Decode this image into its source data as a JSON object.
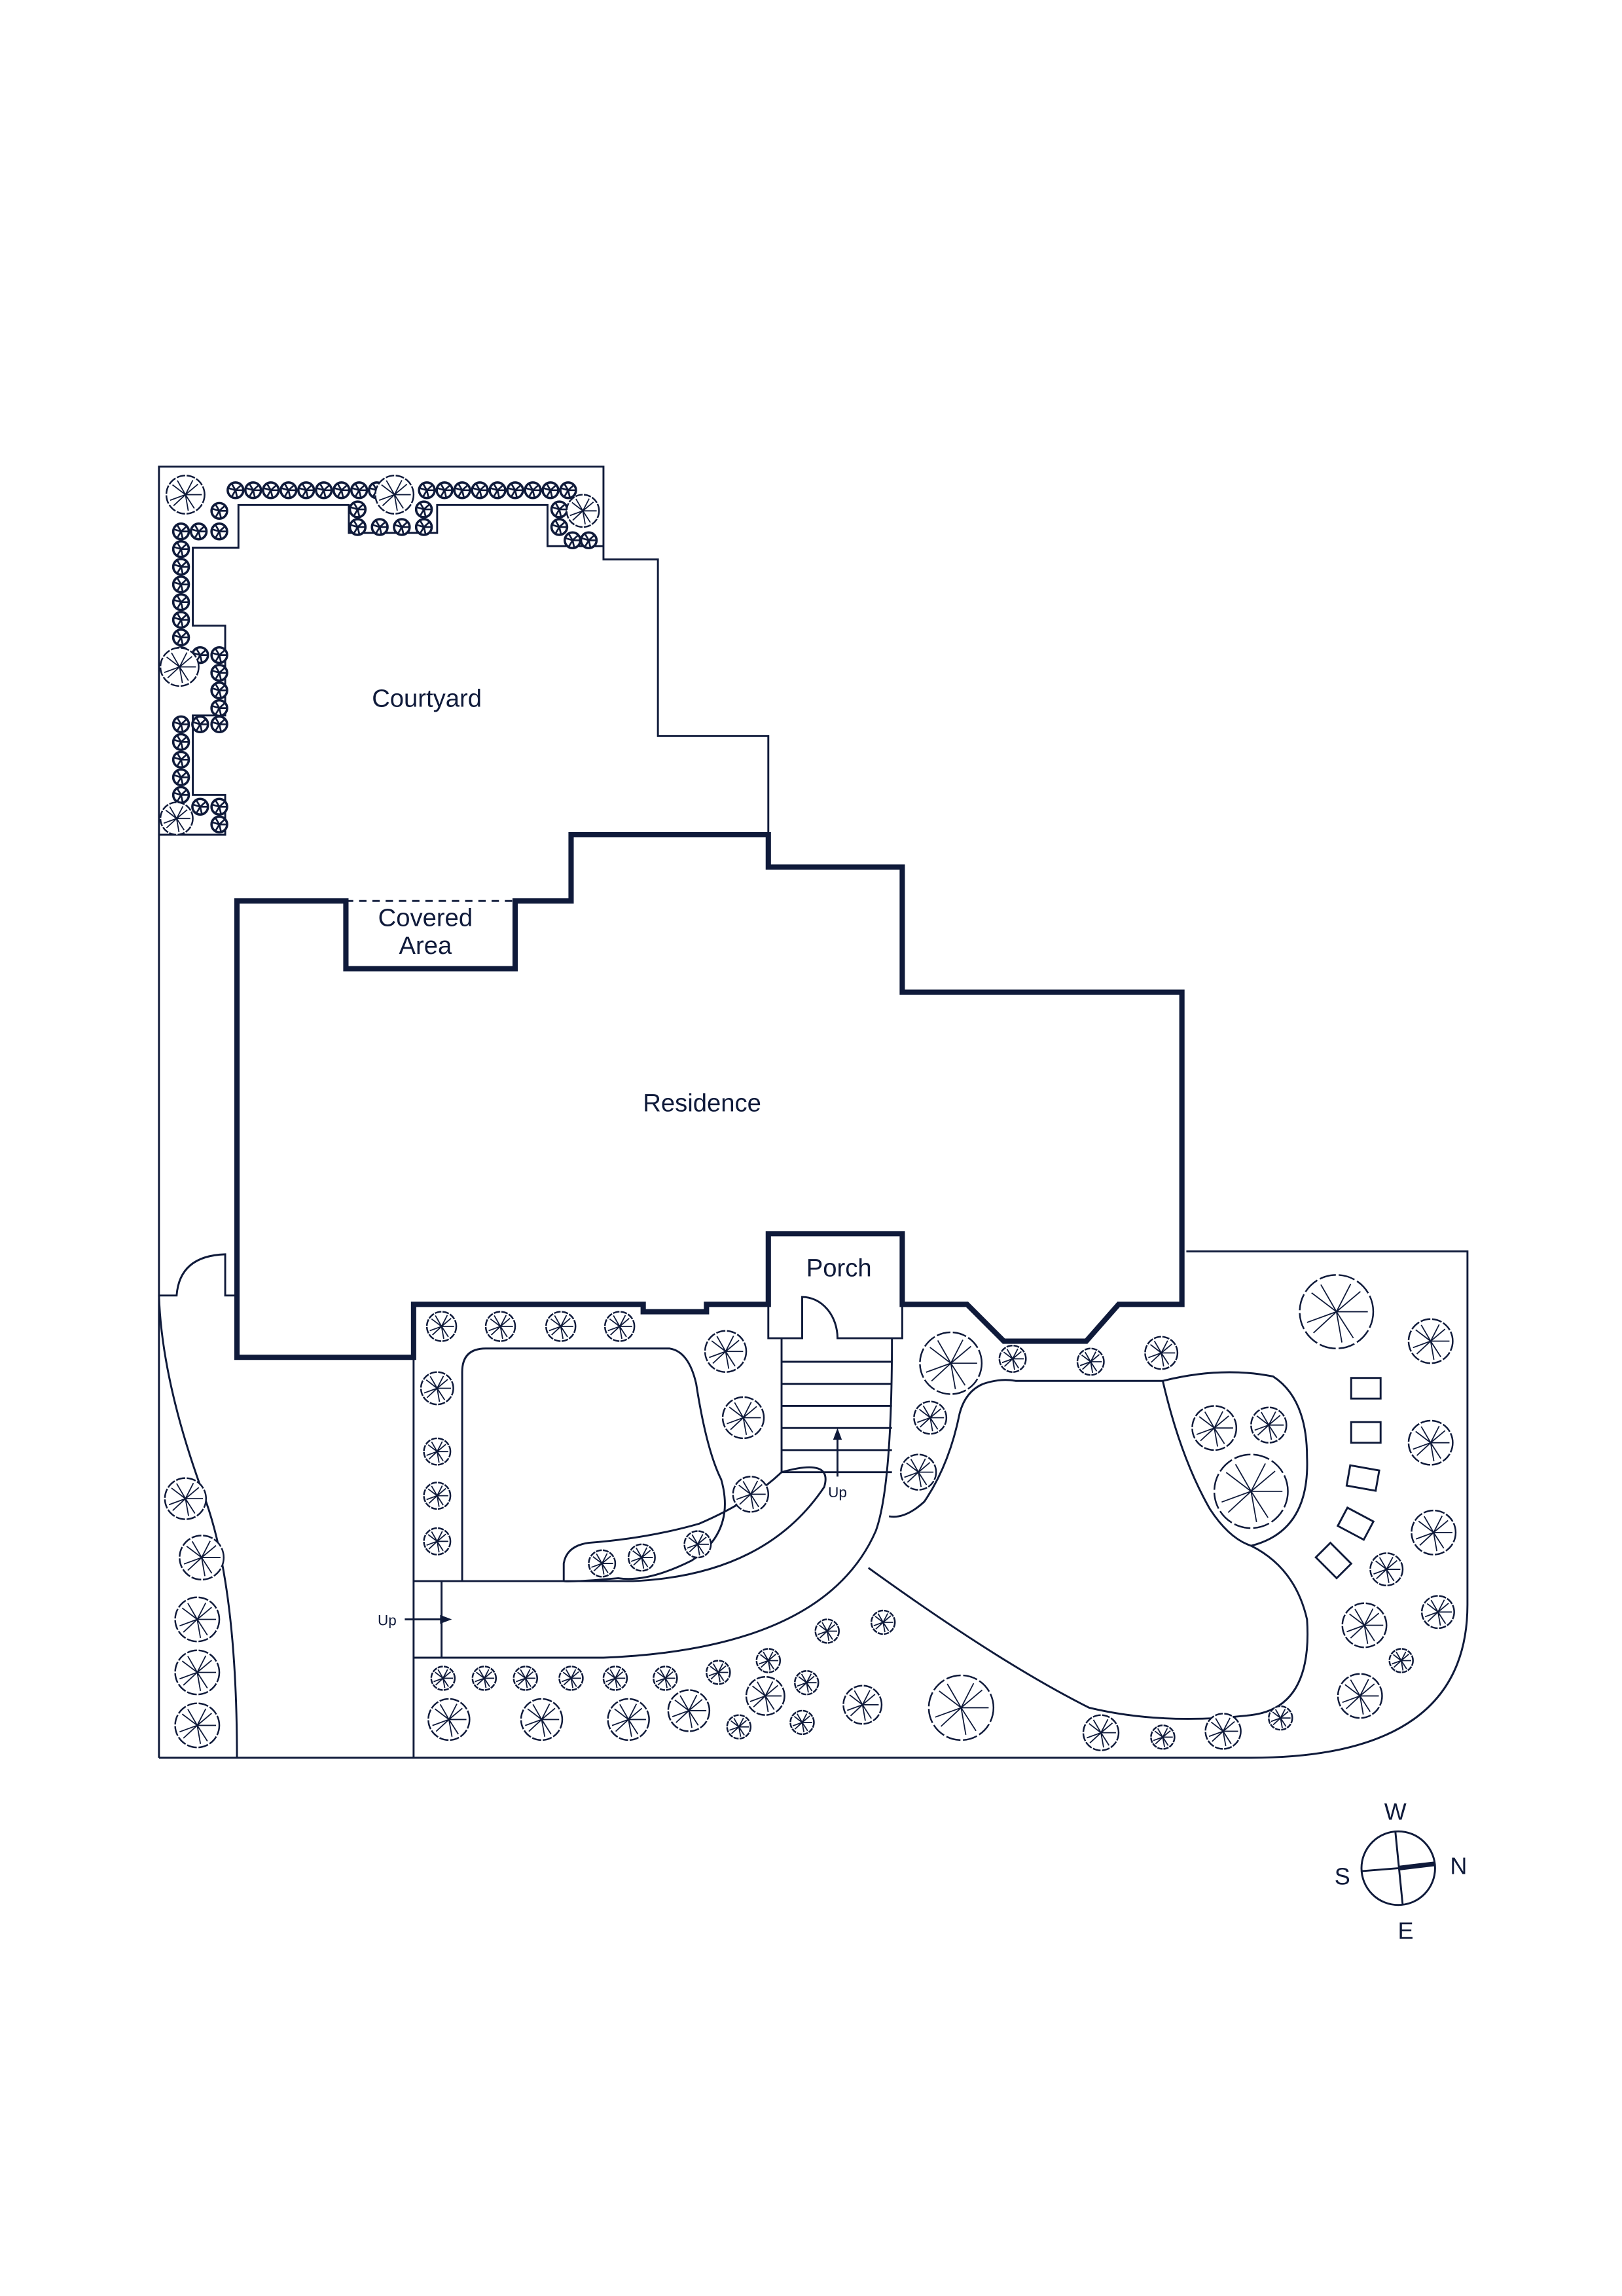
{
  "colors": {
    "ink": "#0f1a3a",
    "background": "#ffffff"
  },
  "labels": {
    "courtyard": "Courtyard",
    "covered_area_line1": "Covered",
    "covered_area_line2": "Area",
    "residence": "Residence",
    "porch": "Porch",
    "up_stairs": "Up",
    "up_driveway": "Up"
  },
  "compass": {
    "west": "W",
    "south": "S",
    "north": "N",
    "east": "E"
  },
  "icons": {
    "tree": "tree-icon",
    "shrub": "shrub-icon",
    "stepping_stone": "stepping-stone-icon",
    "compass": "compass-icon"
  }
}
